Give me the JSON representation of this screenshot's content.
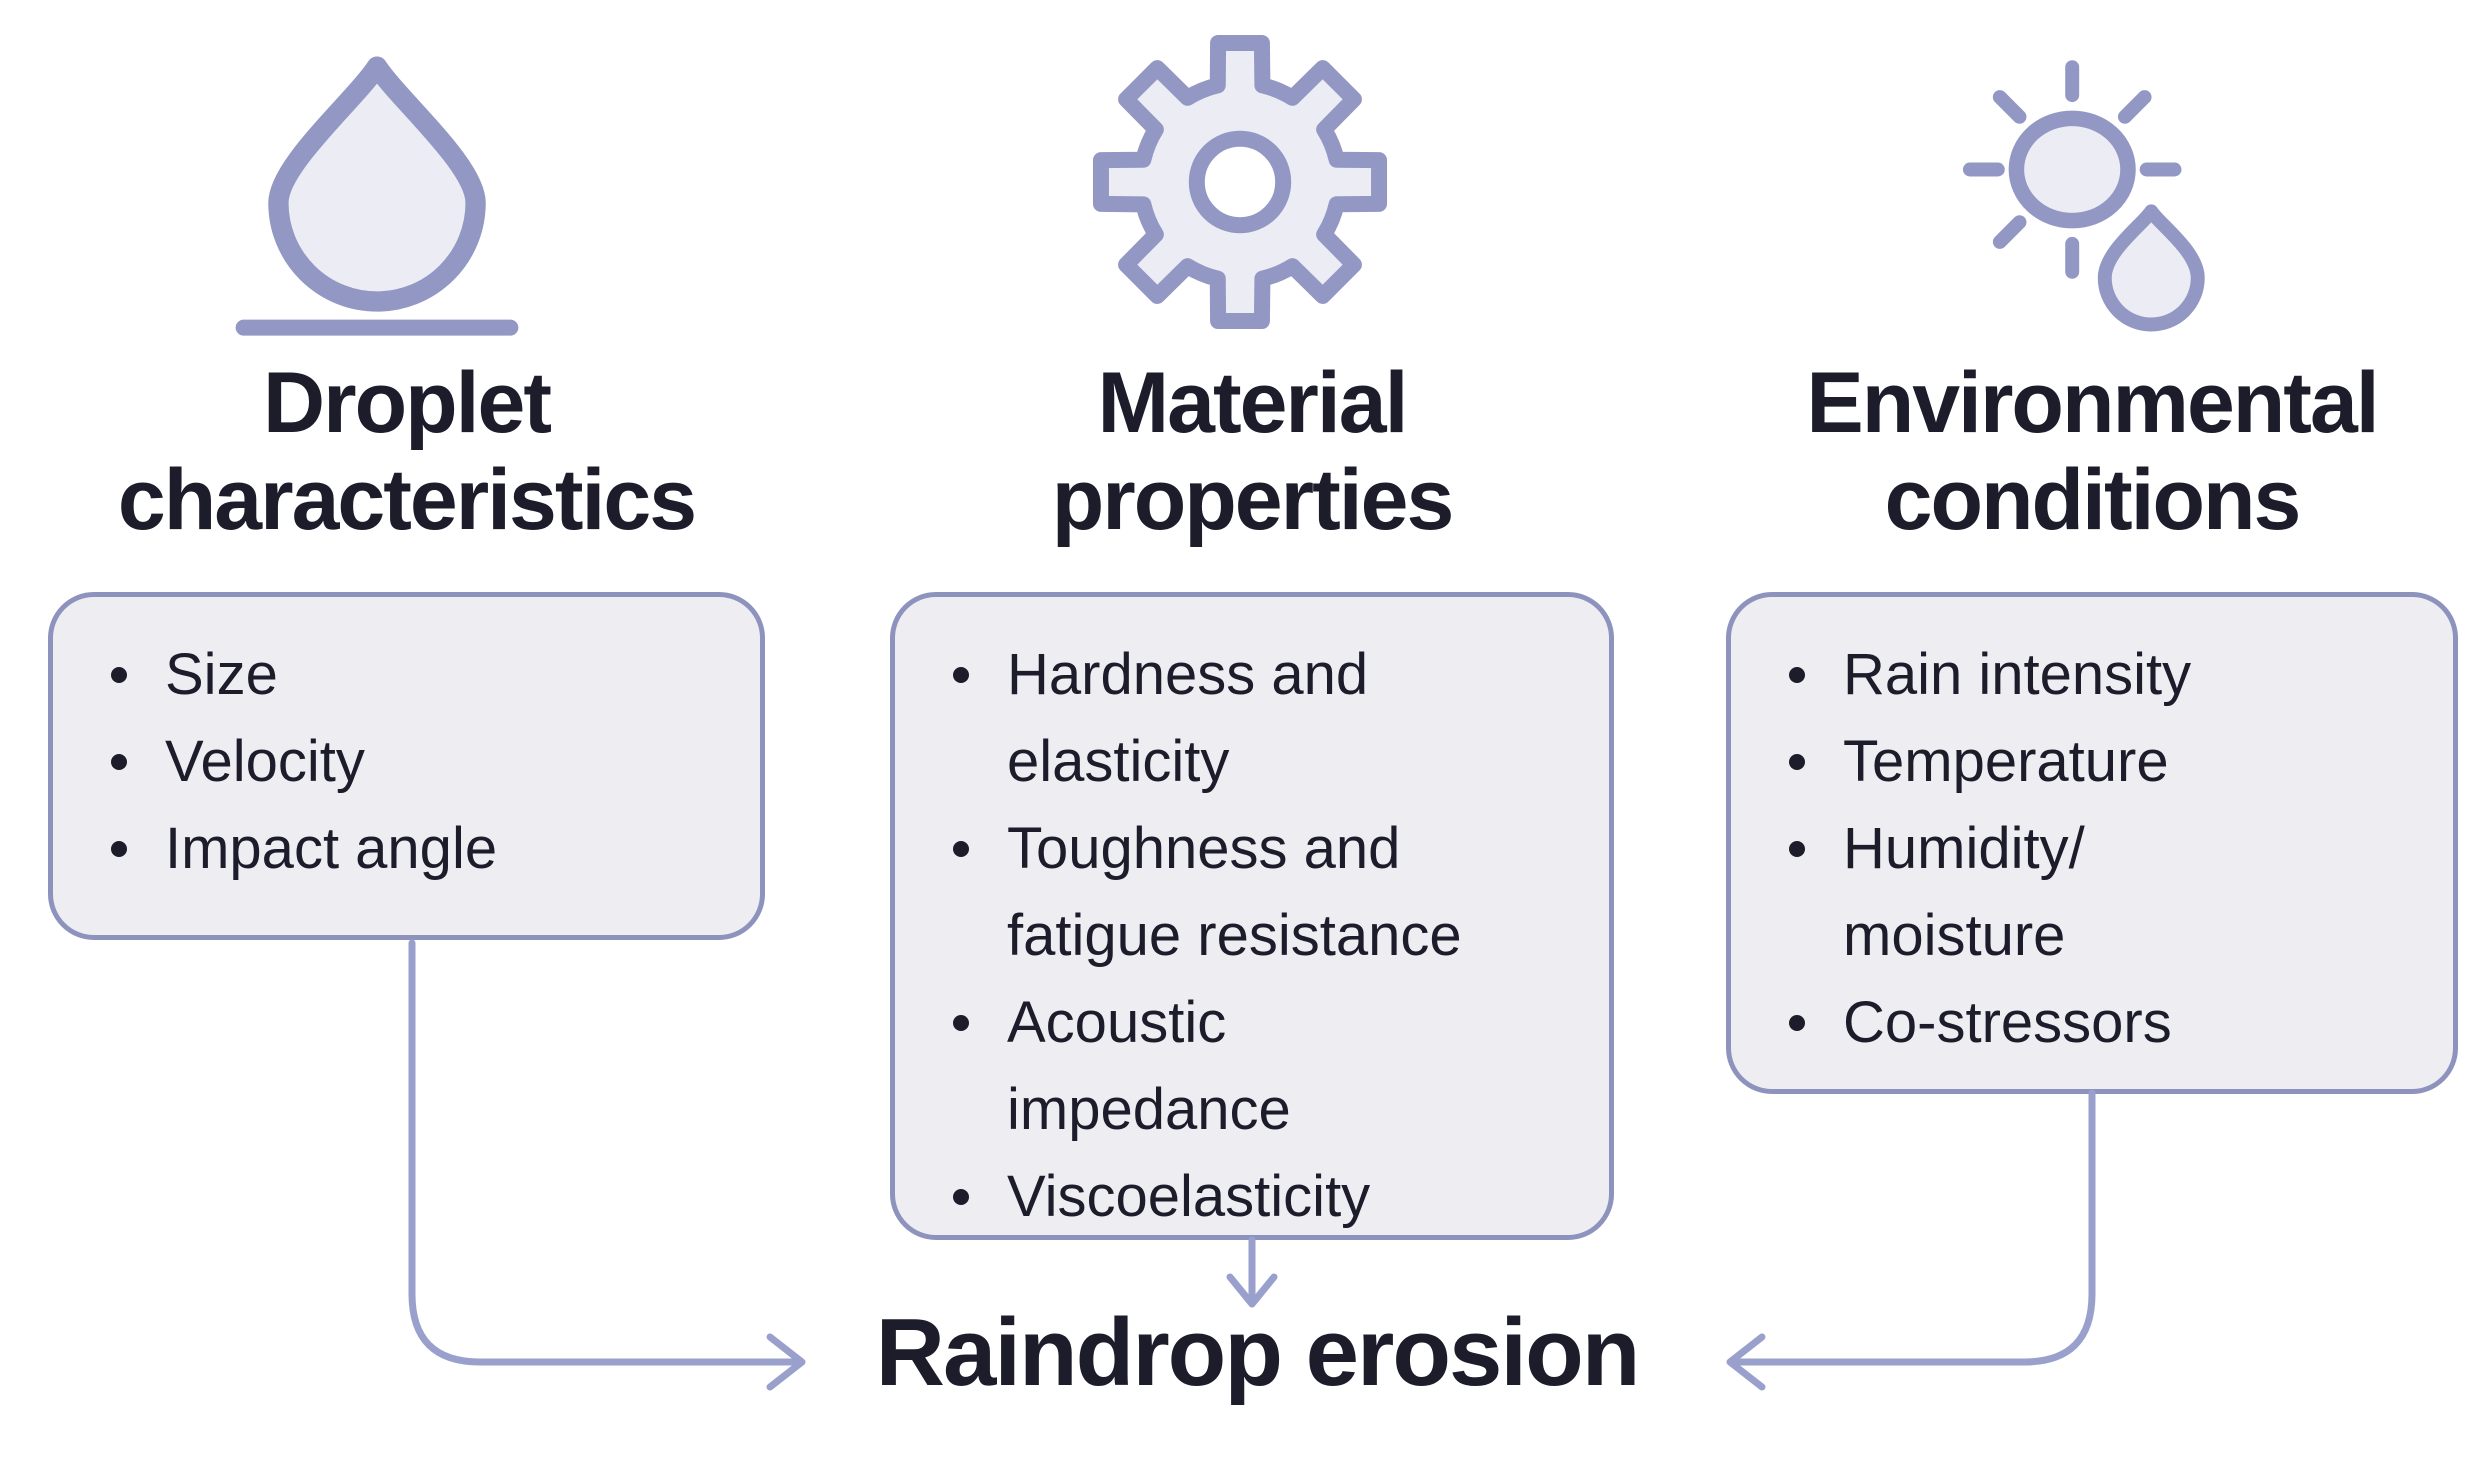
{
  "diagram": {
    "result_label": "Raindrop erosion",
    "columns": [
      {
        "icon": "droplet-surface-icon",
        "heading": "Droplet\ncharacteristics",
        "items": [
          "Size",
          "Velocity",
          "Impact angle"
        ]
      },
      {
        "icon": "gear-icon",
        "heading": "Material\nproperties",
        "items": [
          "Hardness and\nelasticity",
          "Toughness and\nfatigue resistance",
          "Acoustic\nimpedance",
          "Viscoelasticity"
        ]
      },
      {
        "icon": "sun-raindrop-icon",
        "heading": "Environmental\nconditions",
        "items": [
          "Rain intensity",
          "Temperature",
          "Humidity/\nmoisture",
          "Co-stressors"
        ]
      }
    ],
    "colors": {
      "background": "#ffffff",
      "text": "#1c1c2b",
      "box_fill": "#ededf2",
      "box_border": "#8e93be",
      "arrow": "#9aa0cc",
      "icon_stroke": "#9397c3",
      "icon_fill": "#ebecf4"
    }
  }
}
